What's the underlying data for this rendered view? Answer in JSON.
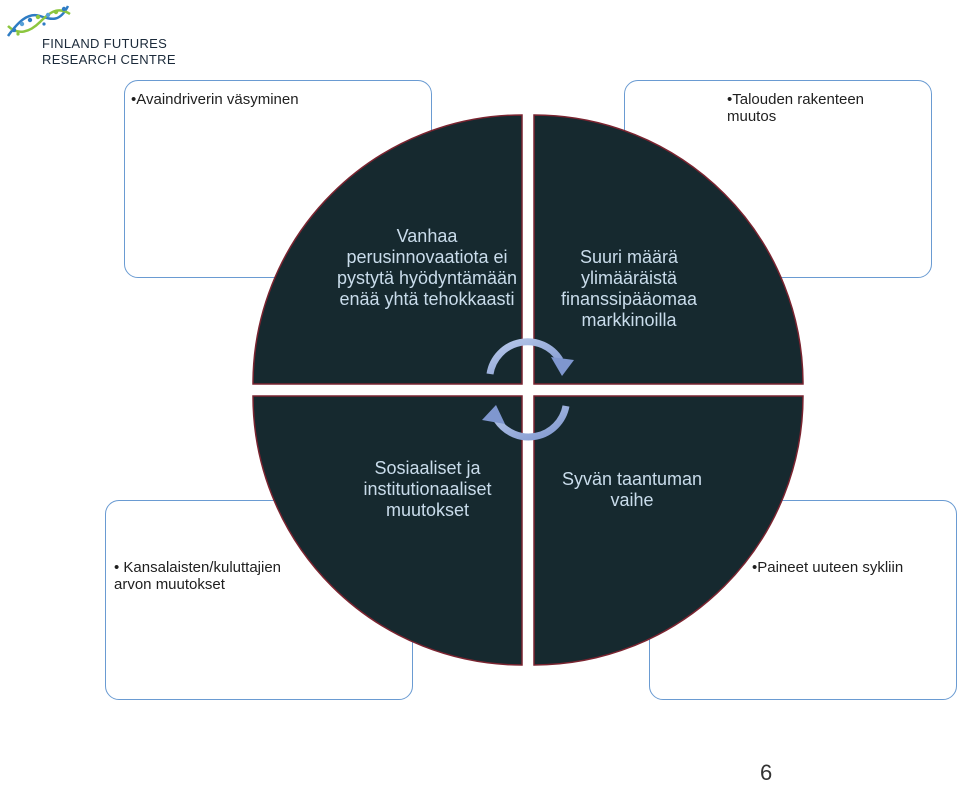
{
  "logo": {
    "line1": "FINLAND FUTURES",
    "line2": "RESEARCH CENTRE"
  },
  "corner_boxes": {
    "top_left": "•Avaindriverin väsyminen",
    "top_right": "•Talouden rakenteen muutos",
    "bottom_left": "• Kansalaisten/kuluttajien arvon muutokset",
    "bottom_right": "•Paineet uuteen sykliin"
  },
  "quadrants": {
    "top_left": "Vanhaa perusinnovaatiota ei pystytä hyödyntämään enää yhtä tehokkaasti",
    "top_right": "Suuri määrä ylimääräistä finanssipääomaa markkinoilla",
    "bottom_left": "Sosiaaliset ja institutionaaliset muutokset",
    "bottom_right": "Syvän taantuman vaihe"
  },
  "colors": {
    "quadrant_fill": "#16292f",
    "quadrant_border": "#7a2430",
    "quadrant_text": "#c9dceb",
    "box_border": "#6a9bd2",
    "cycle_arrow": "#8fa6d6"
  },
  "page_number": "6"
}
